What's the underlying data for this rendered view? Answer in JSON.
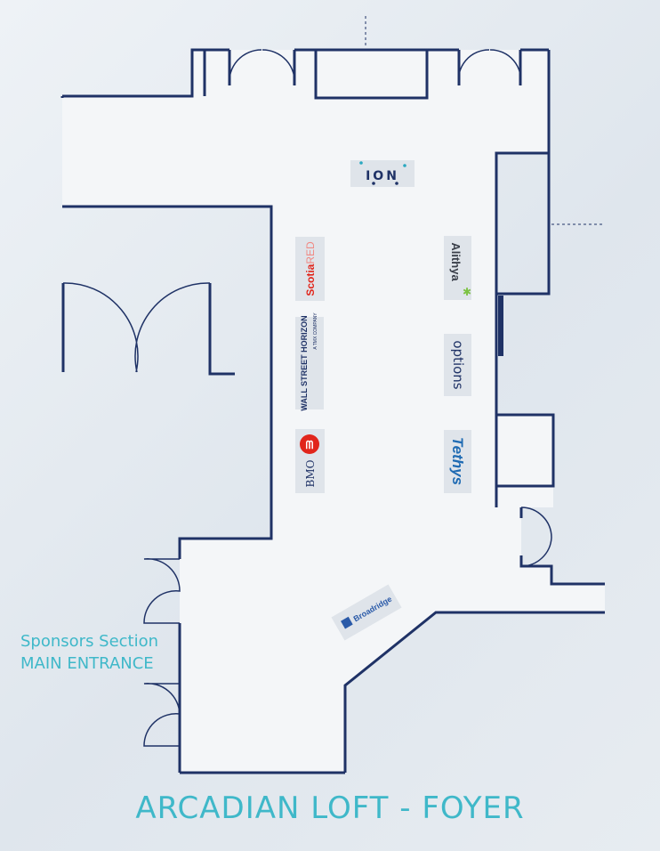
{
  "map": {
    "title": "ARCADIAN LOFT - FOYER",
    "sponsors_label": "Sponsors Section",
    "entrance_label": "MAIN ENTRANCE",
    "colors": {
      "wall": "#1f3266",
      "floor": "#f4f6f8",
      "label": "#3fb8c9",
      "background": "#e3e9ef"
    }
  },
  "sponsors": [
    {
      "id": "ion",
      "name": "ION"
    },
    {
      "id": "scotia",
      "name": "Scotia",
      "suffix": "RED"
    },
    {
      "id": "allithya",
      "name": "Alithya"
    },
    {
      "id": "wallstreet",
      "name": "WALL STREET HORIZON",
      "sub": "A TMX COMPANY"
    },
    {
      "id": "options",
      "name": "options"
    },
    {
      "id": "bmo",
      "name": "BMO"
    },
    {
      "id": "tethys",
      "name": "Tethys"
    },
    {
      "id": "broadridge",
      "name": "Broadridge"
    }
  ]
}
